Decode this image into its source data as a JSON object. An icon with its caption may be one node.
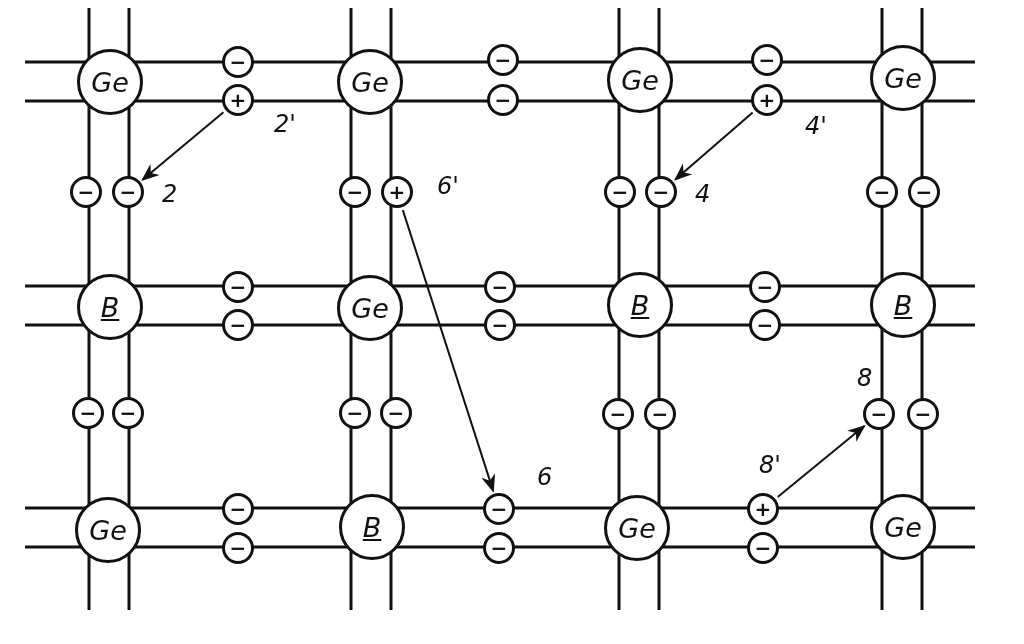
{
  "diagram": {
    "nodes": [
      {
        "text": [
          "Ge"
        ]
      },
      {
        "text": [
          "−"
        ]
      },
      {
        "text": [
          "Ge"
        ]
      },
      {
        "text": [
          "−"
        ]
      },
      {
        "text": [
          "Ge"
        ]
      },
      {
        "text": [
          "−"
        ]
      },
      {
        "text": [
          "Ge"
        ]
      },
      {
        "text": [
          "+"
        ],
        "beside": [
          "2'"
        ]
      },
      {
        "text": [
          "−"
        ]
      },
      {
        "text": [
          "+"
        ],
        "beside": [
          "4'"
        ]
      },
      {
        "text": [
          "−"
        ]
      },
      {
        "text": [
          "−"
        ],
        "beside": [
          "2"
        ]
      },
      {
        "text": [
          "−"
        ]
      },
      {
        "text": [
          "+"
        ],
        "beside": [
          "6'"
        ]
      },
      {
        "text": [
          "−"
        ]
      },
      {
        "text": [
          "−"
        ],
        "beside": [
          "4"
        ]
      },
      {
        "text": [
          "−"
        ]
      },
      {
        "text": [
          "−"
        ]
      },
      {
        "text": [
          "B"
        ]
      },
      {
        "text": [
          "−"
        ]
      },
      {
        "text": [
          "Ge"
        ]
      },
      {
        "text": [
          "−"
        ]
      },
      {
        "text": [
          "B"
        ]
      },
      {
        "text": [
          "−"
        ]
      },
      {
        "text": [
          "B"
        ]
      },
      {
        "text": [
          "−"
        ]
      },
      {
        "text": [
          "−"
        ]
      },
      {
        "text": [
          "−"
        ]
      },
      {
        "text": [
          "−"
        ]
      },
      {
        "text": [
          "−"
        ]
      },
      {
        "text": [
          "−"
        ]
      },
      {
        "text": [
          "−"
        ]
      },
      {
        "text": [
          "−"
        ]
      },
      {
        "text": [
          "−"
        ]
      },
      {
        "text": [
          "−"
        ],
        "beside": [
          "8"
        ]
      },
      {
        "text": [
          "−"
        ]
      },
      {
        "text": [
          "Ge"
        ]
      },
      {
        "text": [
          "−"
        ]
      },
      {
        "text": [
          "B"
        ]
      },
      {
        "text": [
          "−"
        ],
        "beside": [
          "6"
        ]
      },
      {
        "text": [
          "Ge"
        ]
      },
      {
        "text": [
          "+"
        ],
        "beside": [
          "8'"
        ]
      },
      {
        "text": [
          "Ge"
        ]
      },
      {
        "text": [
          "−"
        ]
      },
      {
        "text": [
          "−"
        ]
      },
      {
        "text": [
          "−"
        ]
      }
    ],
    "edges": [
      {
        "from": 7,
        "to": 11,
        "arrow": "to"
      },
      {
        "from": 9,
        "to": 15,
        "arrow": "to"
      },
      {
        "from": 13,
        "to": 39,
        "arrow": "to"
      },
      {
        "from": 41,
        "to": 34,
        "arrow": "to"
      }
    ]
  }
}
